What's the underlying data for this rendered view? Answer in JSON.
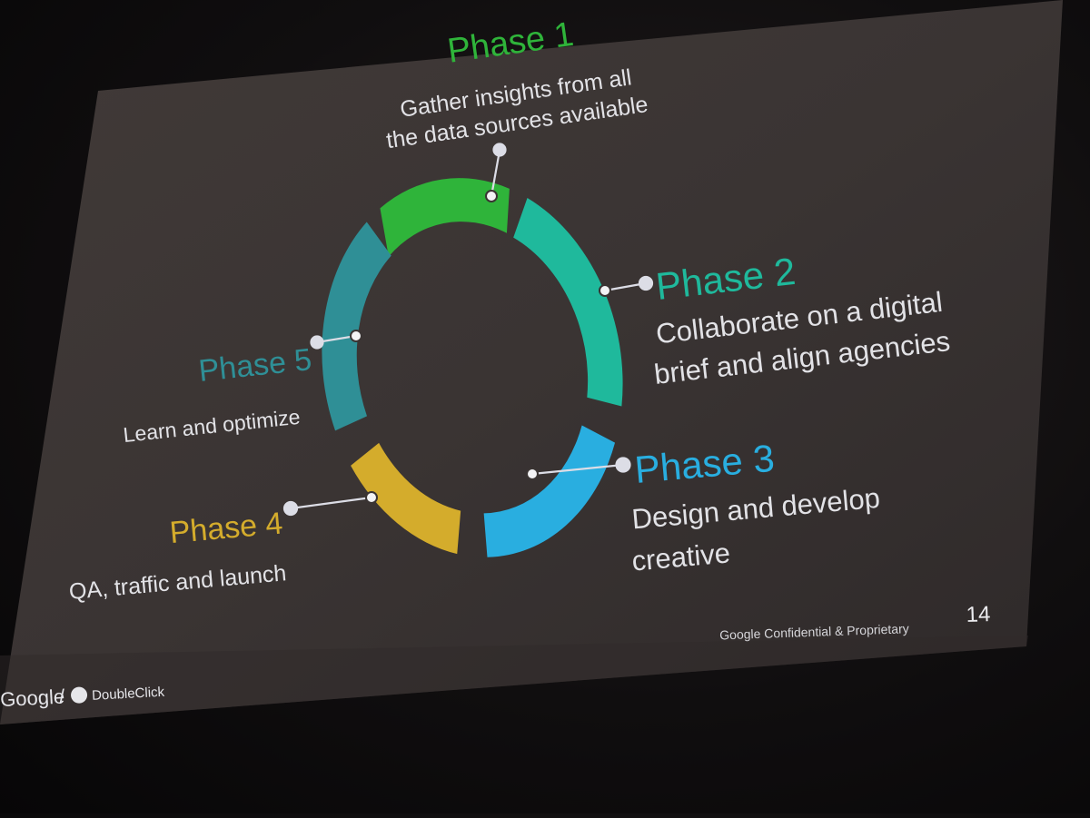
{
  "slide": {
    "phases": [
      {
        "title": "Phase 1",
        "lines": [
          "Gather insights from all",
          "the data sources available"
        ],
        "color": "#2fb43a"
      },
      {
        "title": "Phase 2",
        "lines": [
          "Collaborate on a digital",
          "brief and align agencies"
        ],
        "color": "#1fb99c"
      },
      {
        "title": "Phase 3",
        "lines": [
          "Design and develop",
          "creative"
        ],
        "color": "#29aee0"
      },
      {
        "title": "Phase 4",
        "lines": [
          "QA, traffic and launch"
        ],
        "color": "#d4ac2c"
      },
      {
        "title": "Phase 5",
        "lines": [
          "Learn and optimize"
        ],
        "color": "#2f8f96"
      }
    ],
    "footer_text": "Google Confidential & Proprietary",
    "page_number": "14",
    "logo": {
      "google": "Google",
      "separator": "/",
      "doubleclick": "DoubleClick"
    },
    "colors": {
      "slide_bg": "#3c3634",
      "text": "#e2e2e6",
      "dot": "#dcdde6"
    }
  }
}
